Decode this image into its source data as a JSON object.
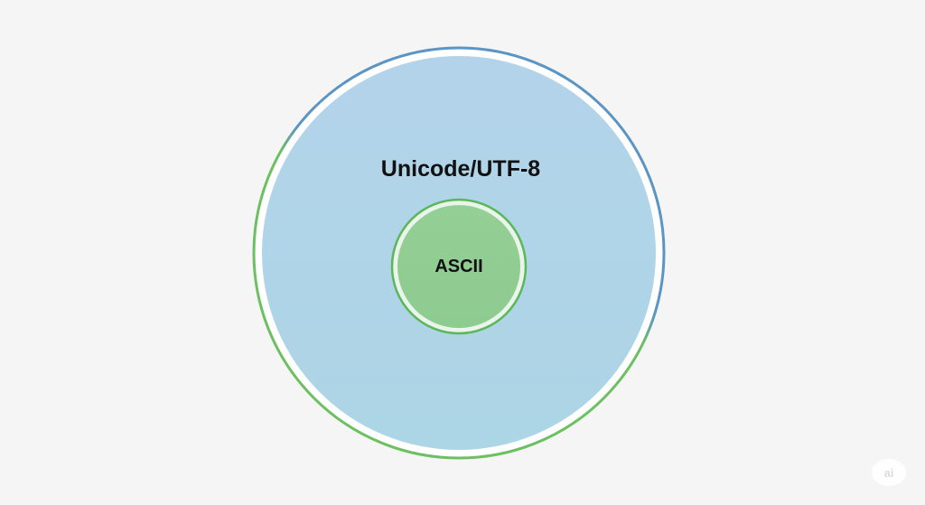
{
  "diagram": {
    "outer_set": {
      "label": "Unicode/UTF-8",
      "fill_color": "#b0d3e8",
      "ring_color_primary": "#5b95c4",
      "ring_color_secondary": "#6cc061"
    },
    "inner_set": {
      "label": "ASCII",
      "fill_color": "#92cf94",
      "ring_color": "#5ab75a"
    }
  },
  "watermark": {
    "icon": "ai-badge-icon",
    "text": "ai"
  }
}
